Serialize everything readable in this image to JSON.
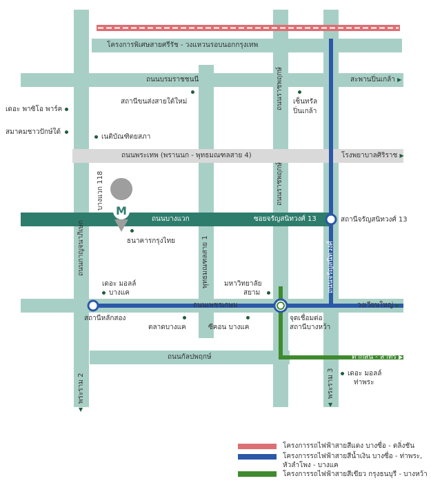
{
  "colors": {
    "road": "#a8cfc6",
    "road_gray": "#d9d9d9",
    "main_road": "#2e7d6c",
    "blue_line": "#2b58a7",
    "green_line": "#3f8a2e",
    "red_line": "#dc6f73",
    "poi": "#1f5c3c"
  },
  "roads_h": {
    "special_road": "โครงการพิเศษสายศรีรัช - วงแหวนรอบนอกกรุงเทพ",
    "borommaratchachonnani": "ถนนบรมราชชนนี",
    "phran_nok": "ถนนพระเทพ (พรานนก - พุทธมณฑลสาย 4)",
    "bang_waek": "ถนนบางแวก",
    "soi_charan_13": "ซอยจรัญสนิทวงศ์ 13",
    "phet_kasem": "ถนนเพชรเกษม",
    "kanlapaphruek": "ถนนกัลปพฤกษ์"
  },
  "roads_v": {
    "kanchanaphisek": "ถนนกาญจนาภิเษก",
    "bang_waek_118": "บางแวก 118",
    "phutthamonthon_1": "พุทธมณฑลสาย 1",
    "ratchaphruek_top": "ถนนราชพฤกษ์",
    "ratchaphruek_mid": "ถนนราชพฤกษ์",
    "charan_sanitwong": "ถนนจรัญสนิทวงศ์",
    "rama_2": "พระราม 2",
    "rama_3": "พระราม 3"
  },
  "edge_labels": {
    "pin_klao_bridge": "สะพานปิ่นเกล้า",
    "siriraj_hospital": "โรงพยาบาลศิริราช",
    "wongwian_yai": "วงเวียนใหญ่",
    "tha_phra_sathorn": "ตากสิน - สาทร"
  },
  "pois": {
    "paseo_park": "เดอะ พาซิโอ พาร์ค",
    "southern_bus": "สถานีขนส่งสายใต้ใหม่",
    "central_pinklao_1": "เซ็นทรัล",
    "central_pinklao_2": "ปิ่นเกล้า",
    "southern_assoc": "สมาคมชาวปักษ์ใต้",
    "nation_university": "เนติบัณฑิตยสภา",
    "charan_13_station": "สถานีจรัญสนิทวงศ์ 13",
    "krungthai_bank": "ธนาคารกรุงไทย",
    "the_mall_bangkhae_1": "เดอะ มอลล์",
    "the_mall_bangkhae_2": "บางแค",
    "siam_university_1": "มหาวิทยาลัย",
    "siam_university_2": "สยาม",
    "lak_song_station": "สถานีหลักสอง",
    "junction_1": "จุดเชื่อมต่อ",
    "junction_2": "สถานีบางหว้า",
    "bangkhae_market": "ตลาดบางแค",
    "seacon_bangkhae": "ซีคอน บางแค",
    "the_mall_thaphra_1": "เดอะ มอลล์",
    "the_mall_thaphra_2": "ท่าพระ"
  },
  "logo_letter": "M",
  "legend": [
    {
      "color": "#dc6f73",
      "label": "โครงการรถไฟฟ้าสายสีแดง บางซื่อ - ตลิ่งชัน"
    },
    {
      "color": "#2b58a7",
      "label": "โครงการรถไฟฟ้าสายสีน้ำเงิน บางซื่อ - ท่าพระ,",
      "label2": "หัวลำโพง - บางแค"
    },
    {
      "color": "#3f8a2e",
      "label": "โครงการรถไฟฟ้าสายสีเขียว กรุงธนบุรี - บางหว้า"
    }
  ]
}
